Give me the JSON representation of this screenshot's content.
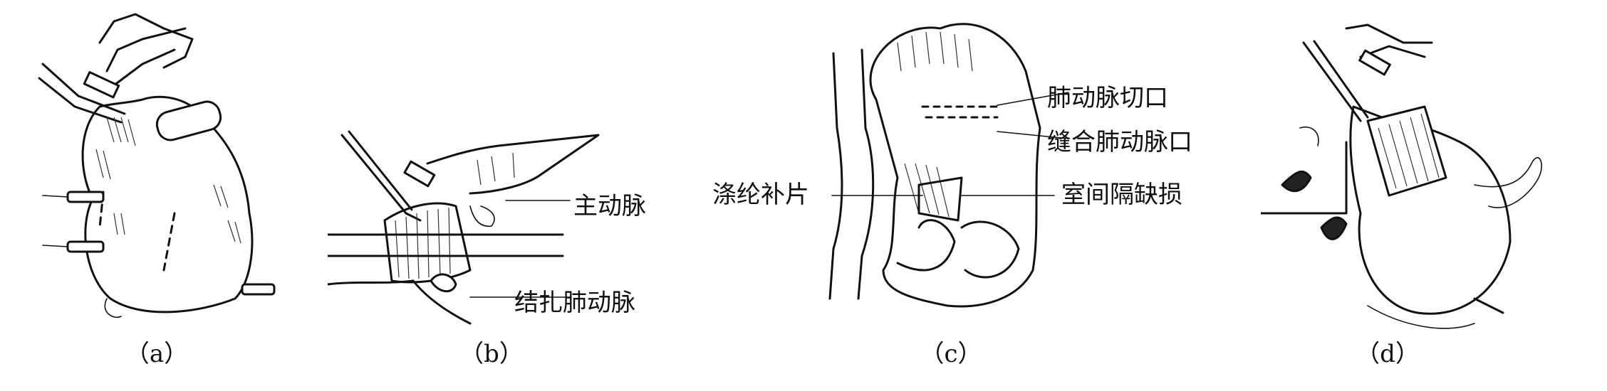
{
  "figure": {
    "panels": [
      {
        "id": "a",
        "caption": "（a）"
      },
      {
        "id": "b",
        "caption": "（b）",
        "labels": [
          "主动脉",
          "结扎肺动脉"
        ]
      },
      {
        "id": "c",
        "caption": "（c）",
        "labels": [
          "肺动脉切口",
          "缝合肺动脉口",
          "涤纶补片",
          "室间隔缺损"
        ]
      },
      {
        "id": "d",
        "caption": "（d）"
      }
    ]
  }
}
